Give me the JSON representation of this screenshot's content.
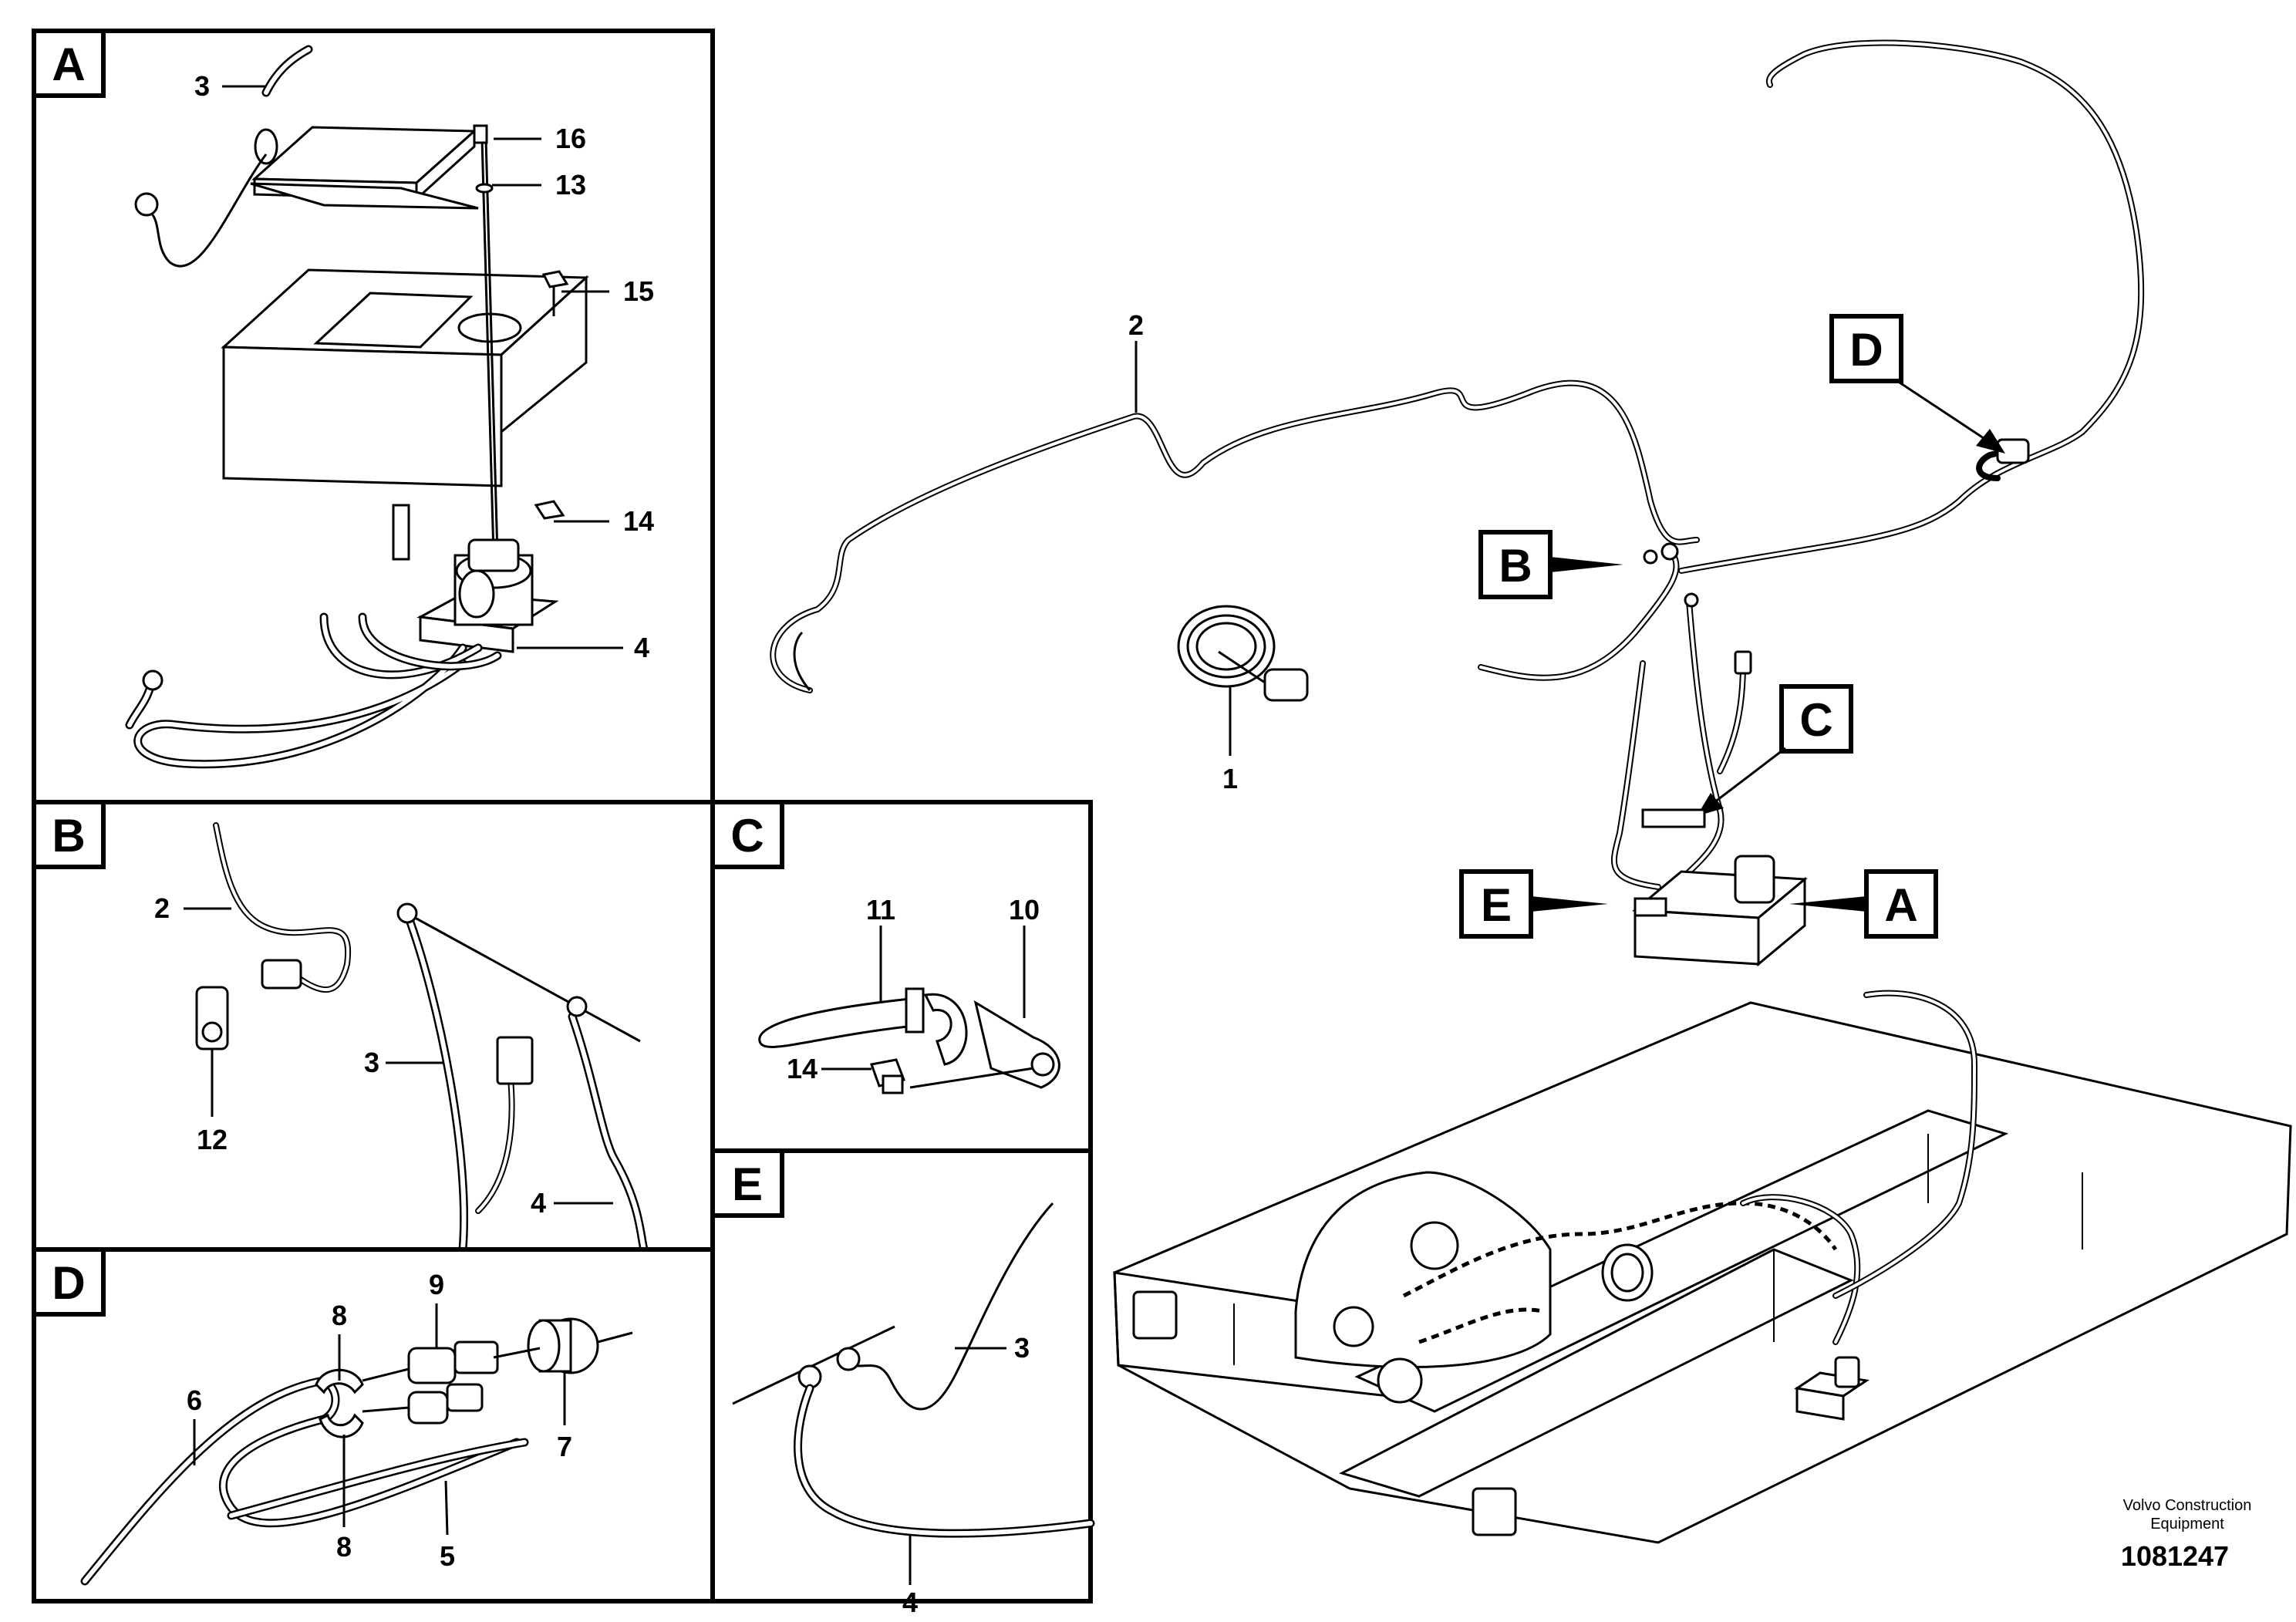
{
  "panels": {
    "A": {
      "letter": "A",
      "labels": [
        "3",
        "16",
        "13",
        "15",
        "14",
        "4"
      ]
    },
    "B": {
      "letter": "B",
      "labels": [
        "2",
        "12",
        "3",
        "4"
      ]
    },
    "C": {
      "letter": "C",
      "labels": [
        "11",
        "10",
        "14"
      ]
    },
    "D": {
      "letter": "D",
      "labels": [
        "8",
        "9",
        "6",
        "7",
        "8",
        "5"
      ]
    },
    "E": {
      "letter": "E",
      "labels": [
        "3",
        "4"
      ]
    }
  },
  "overview": {
    "labels": [
      "2",
      "1"
    ],
    "callouts": [
      "D",
      "B",
      "C",
      "E",
      "A"
    ]
  },
  "credit": {
    "line1": "Volvo Construction",
    "line2": "Equipment"
  },
  "figure_number": "1081247"
}
